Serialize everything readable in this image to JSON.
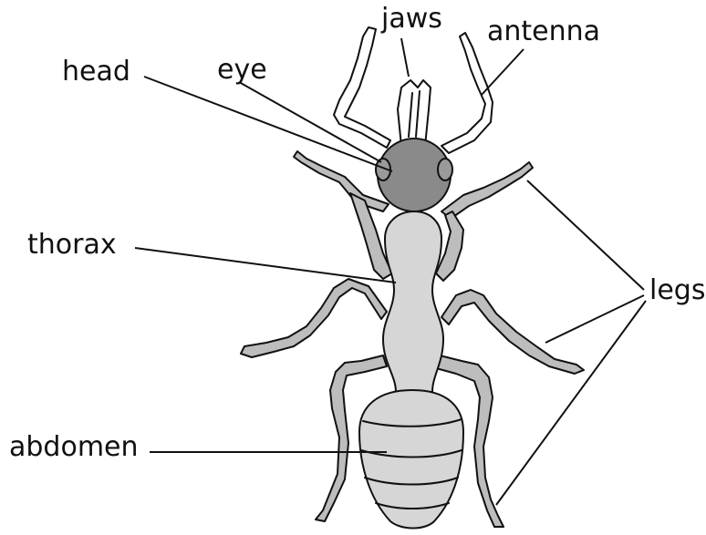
{
  "labels": {
    "jaws": "jaws",
    "antenna": "antenna",
    "head": "head",
    "eye": "eye",
    "thorax": "thorax",
    "legs": "legs",
    "abdomen": "abdomen"
  },
  "colors": {
    "head": "#8a8a8a",
    "thorax": "#d6d6d6",
    "legs": "#bdbdbd",
    "outline": "#111111"
  }
}
